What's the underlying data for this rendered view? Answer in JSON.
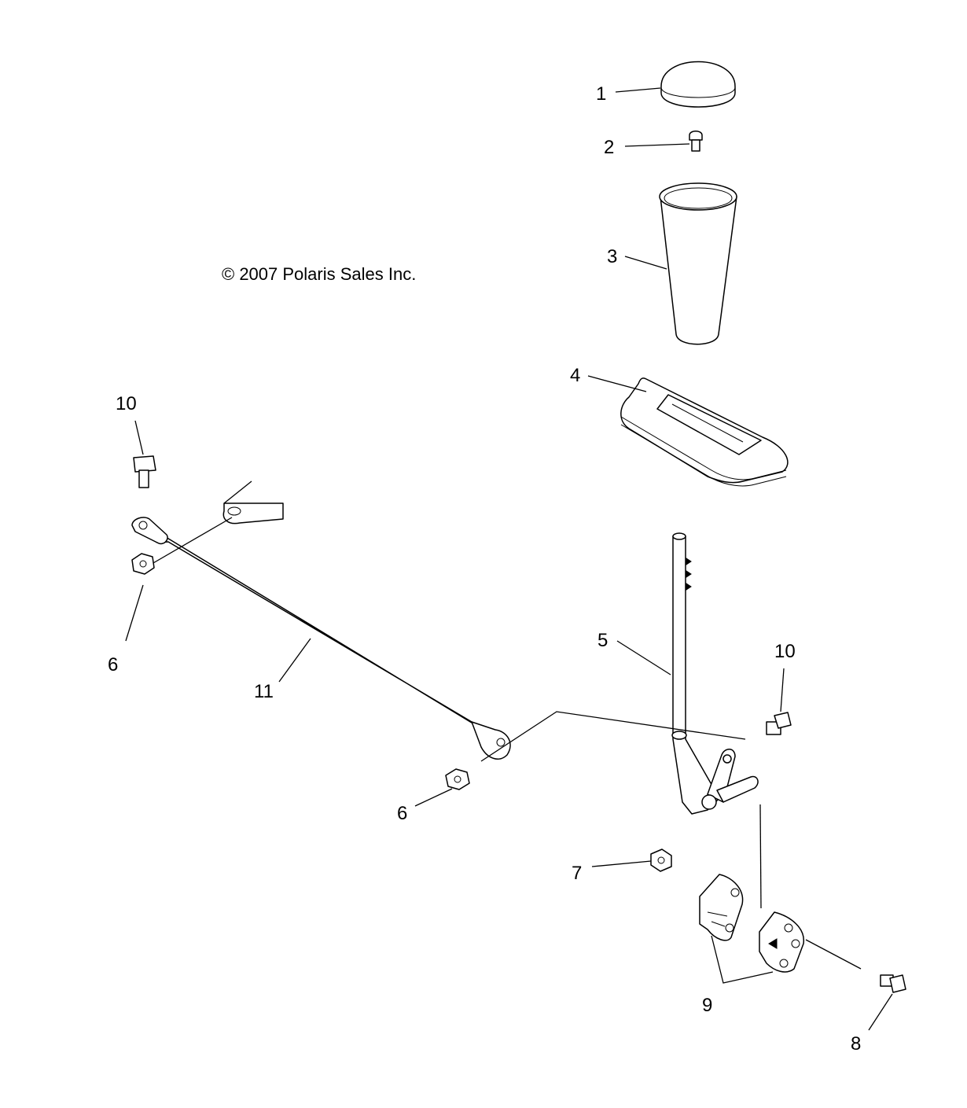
{
  "copyright": "© 2007 Polaris Sales Inc.",
  "callouts": {
    "c1": "1",
    "c2": "2",
    "c3": "3",
    "c4": "4",
    "c5": "5",
    "c6a": "6",
    "c6b": "6",
    "c7": "7",
    "c8": "8",
    "c9": "9",
    "c10a": "10",
    "c10b": "10",
    "c11": "11"
  }
}
